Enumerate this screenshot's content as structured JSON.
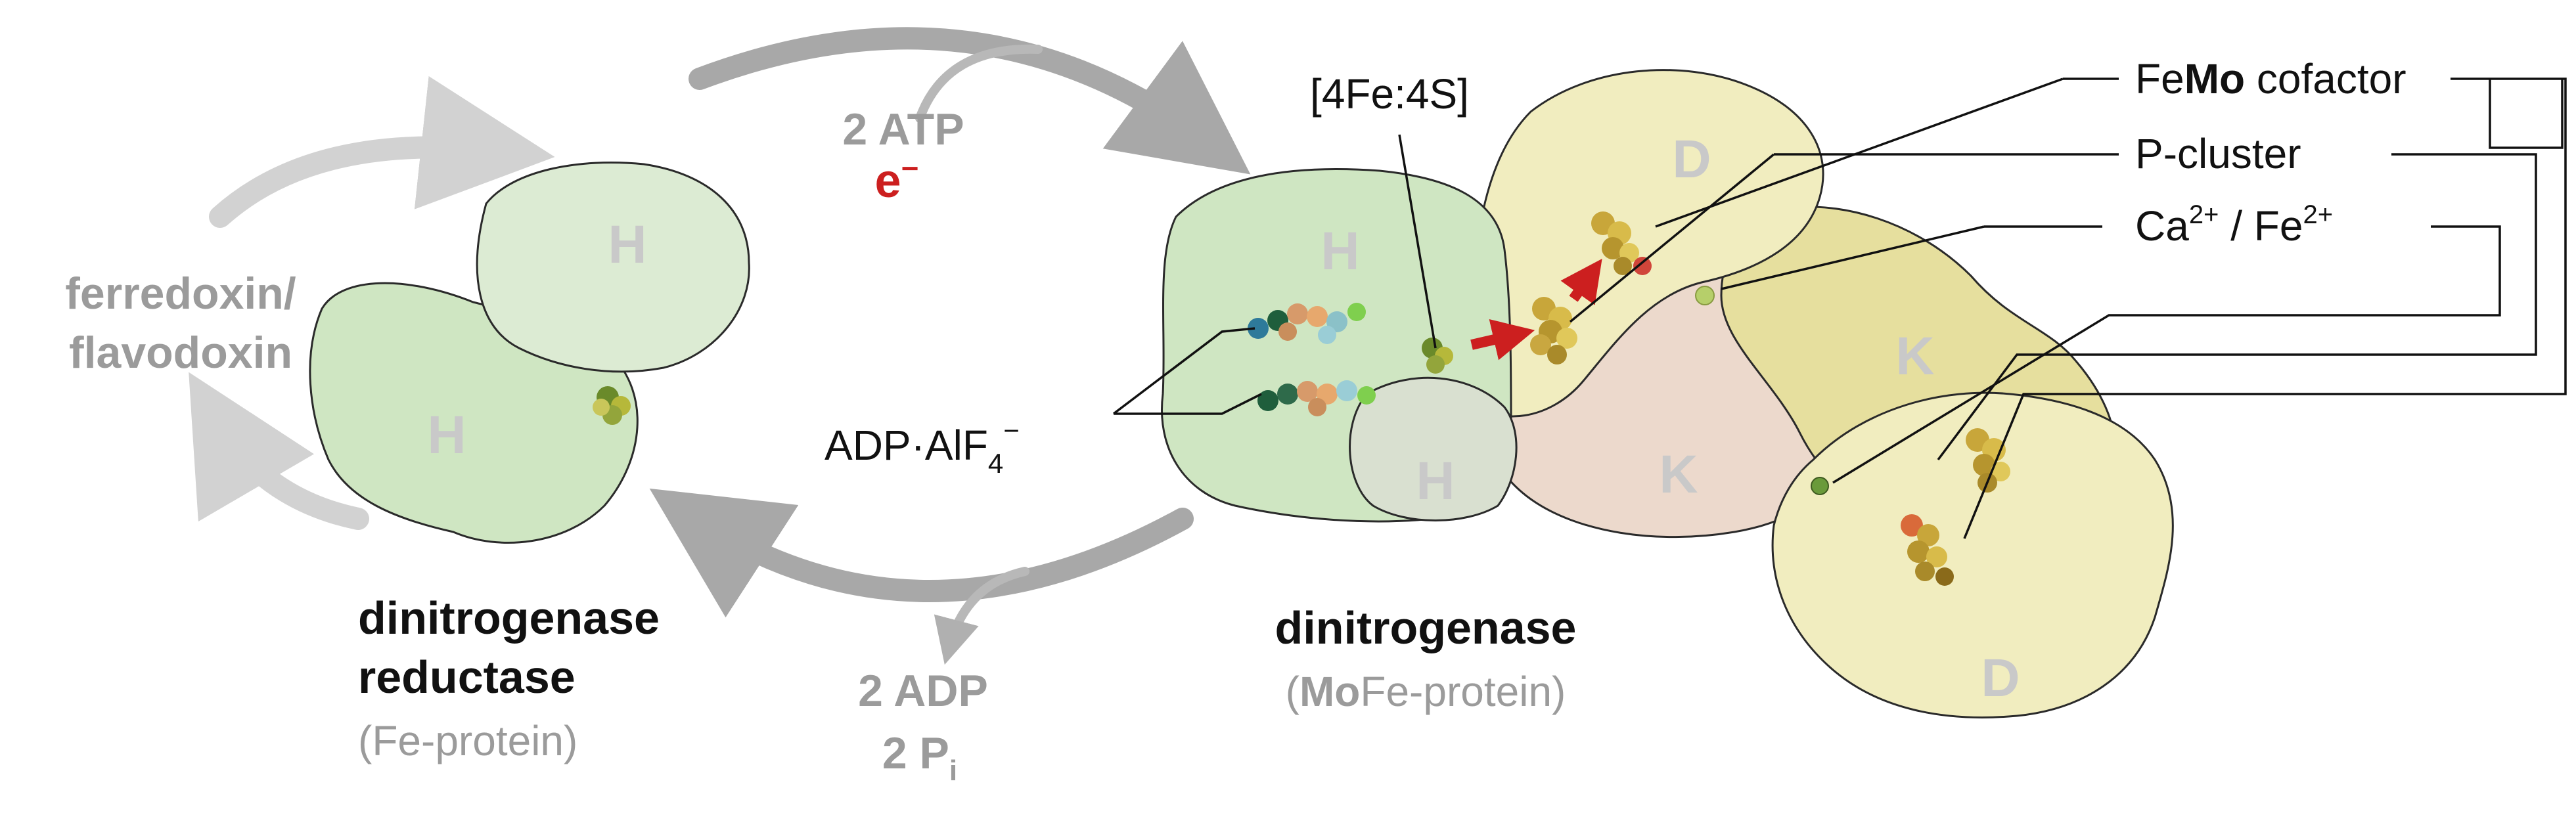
{
  "labels": {
    "ferredoxin": "ferredoxin/",
    "flavodoxin": "flavodoxin",
    "atp": "2 ATP",
    "electron": "e",
    "electron_sup": "−",
    "adp": "2 ADP",
    "pi": "2 P",
    "pi_sub": "i",
    "fe4s4": "[4Fe:4S]",
    "adp_alf": "ADP·AlF",
    "adp_alf_sub": "4",
    "adp_alf_sup": "−",
    "femo_fe": "Fe",
    "femo_mo": "Mo",
    "femo_rest": " cofactor",
    "pcluster": "P-cluster",
    "ca_a": "Ca",
    "ca_sup": "2+",
    "ca_b": " / Fe",
    "fe_sup": "2+",
    "reductase_l1": "dinitrogenase",
    "reductase_l2": "reductase",
    "reductase_l3": "(Fe-protein)",
    "dinitro_l1": "dinitrogenase",
    "dinitro_mo": "Mo",
    "dinitro_rest": "Fe-protein)",
    "dinitro_open": "(",
    "sub_H": "H",
    "sub_D": "D",
    "sub_K": "K"
  },
  "colors": {
    "fe_protein_green": "#cfe6c2",
    "fe_protein_light": "#dcebd3",
    "d_subunit_yellow": "#f1edbf",
    "k_subunit_pink": "#ecd9cc",
    "k_subunit_yellow": "#e6df9e",
    "arrow_dark_gray": "#a8a8a8",
    "arrow_light_gray": "#d2d2d2",
    "electron_red": "#cc1f1f"
  }
}
